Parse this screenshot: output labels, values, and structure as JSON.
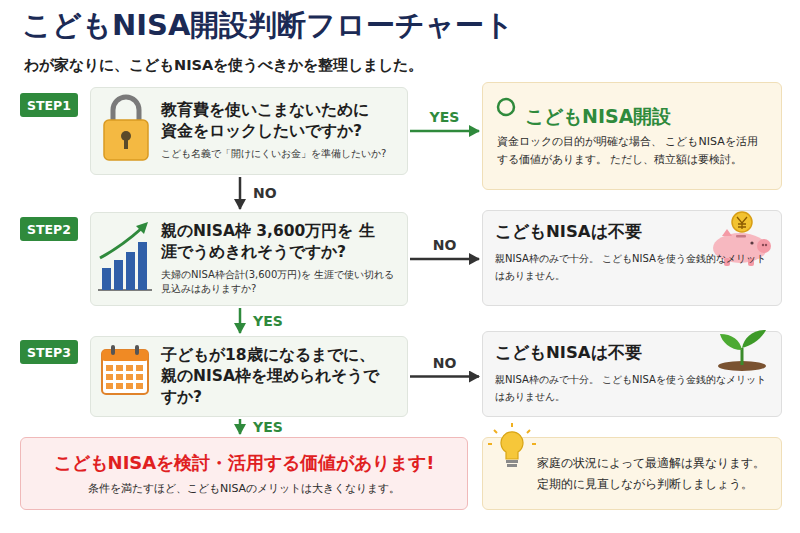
{
  "diagram": {
    "title": "こどもNISA開設判断フローチャート",
    "nodes": [
      {
        "text": [
          "STEP1"
        ]
      },
      {
        "text": [
          "教育費を使いこまないために 資金をロックしたいですか?",
          "こども名義で「開けにくいお金」を準備したいか?"
        ]
      },
      {
        "text": [
          "こどもNISA開設",
          "資金ロックの目的が明確な場合、 こどもNISAを活用する価値があります。 ただし、積立額は要検討。"
        ]
      },
      {
        "text": [
          "STEP2"
        ]
      },
      {
        "text": [
          "親のNISA枠 3,600万円を 生涯でうめきれそうですか?",
          "夫婦のNISA枠合計(3,600万円)を 生涯で使い切れる見込みはありますか?"
        ]
      },
      {
        "text": [
          "こどもNISAは不要",
          "親NISA枠のみで十分。 こどもNISAを使う金銭的なメリットはありません。"
        ]
      },
      {
        "text": [
          "STEP3"
        ]
      },
      {
        "text": [
          "子どもが18歳になるまでに、 親のNISA枠を埋められそうですか?"
        ]
      },
      {
        "text": [
          "こどもNISAは不要",
          "親NISA枠のみで十分。 こどもNISAを使う金銭的なメリットはありません。"
        ]
      },
      {
        "text": [
          "こどもNISAを検討・活用する価値があります!",
          "条件を満たすほど、こどもNISAのメリットは大きくなります。"
        ]
      },
      {
        "text": [
          "家庭の状況によって最適解は異なります。 定期的に見直しながら判断しましょう。"
        ]
      }
    ],
    "edges": [
      {
        "from": 1,
        "to": 2,
        "arrow": "to",
        "label": "YES"
      },
      {
        "from": 1,
        "to": 4,
        "arrow": "to",
        "label": "NO"
      },
      {
        "from": 4,
        "to": 5,
        "arrow": "to",
        "label": "NO"
      },
      {
        "from": 4,
        "to": 7,
        "arrow": "to",
        "label": "YES"
      },
      {
        "from": 7,
        "to": 8,
        "arrow": "to",
        "label": "NO"
      },
      {
        "from": 7,
        "to": 9,
        "arrow": "to",
        "label": "YES"
      }
    ],
    "labels": [
      "わが家なりに、こどもNISAを使うべきかを整理しました。"
    ]
  }
}
